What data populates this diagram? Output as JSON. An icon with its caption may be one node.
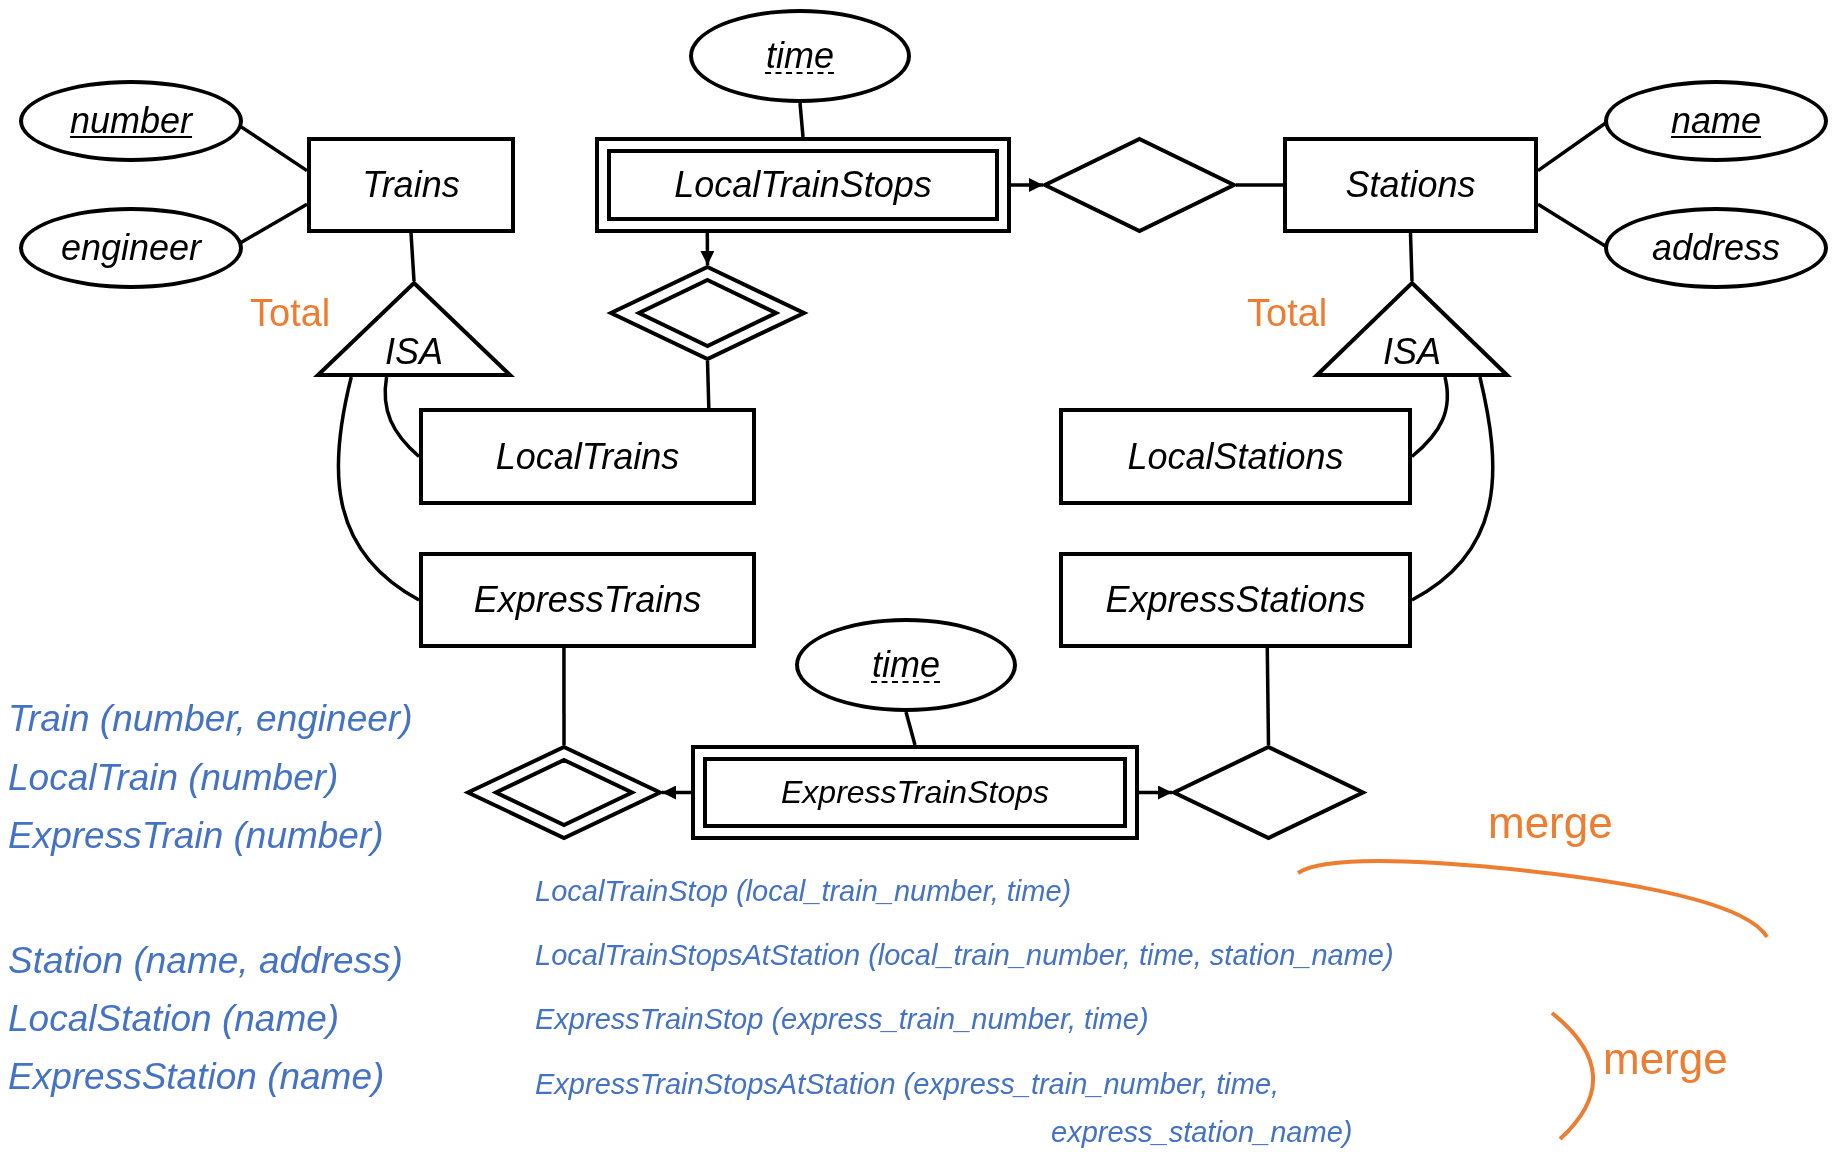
{
  "diagram": {
    "nodes": [
      {
        "text": [
          "number"
        ]
      },
      {
        "text": [
          "engineer"
        ]
      },
      {
        "text": [
          "Trains"
        ]
      },
      {
        "text": [
          "time"
        ]
      },
      {
        "text": [
          "LocalTrainStops"
        ]
      },
      {
        "text": [],
        "shape": "diamond"
      },
      {
        "text": [
          "Stations"
        ]
      },
      {
        "text": [
          "name"
        ]
      },
      {
        "text": [
          "address"
        ]
      },
      {
        "text": [
          "ISA"
        ],
        "beside": [
          "Total"
        ]
      },
      {
        "text": [],
        "shape": "diamond"
      },
      {
        "text": [
          "ISA"
        ],
        "beside": [
          "Total"
        ]
      },
      {
        "text": [
          "LocalTrains"
        ]
      },
      {
        "text": [
          "LocalStations"
        ]
      },
      {
        "text": [
          "ExpressTrains"
        ]
      },
      {
        "text": [
          "ExpressStations"
        ]
      },
      {
        "text": [
          "time"
        ]
      },
      {
        "text": [],
        "shape": "diamond"
      },
      {
        "text": [
          "ExpressTrainStops"
        ]
      },
      {
        "text": [],
        "shape": "diamond"
      }
    ],
    "edges": [
      {
        "from": 0,
        "to": 2,
        "arrow": "none"
      },
      {
        "from": 1,
        "to": 2,
        "arrow": "none"
      },
      {
        "from": 3,
        "to": 4,
        "arrow": "none"
      },
      {
        "from": 4,
        "to": 5,
        "arrow": "to"
      },
      {
        "from": 5,
        "to": 6,
        "arrow": "none"
      },
      {
        "from": 7,
        "to": 6,
        "arrow": "none"
      },
      {
        "from": 8,
        "to": 6,
        "arrow": "none"
      },
      {
        "from": 4,
        "to": 10,
        "arrow": "to"
      },
      {
        "from": 10,
        "to": 12,
        "arrow": "none"
      },
      {
        "from": 2,
        "to": 9,
        "arrow": "none"
      },
      {
        "from": 9,
        "to": 12,
        "arrow": "none"
      },
      {
        "from": 9,
        "to": 14,
        "arrow": "none"
      },
      {
        "from": 6,
        "to": 11,
        "arrow": "none"
      },
      {
        "from": 11,
        "to": 13,
        "arrow": "none"
      },
      {
        "from": 11,
        "to": 15,
        "arrow": "none"
      },
      {
        "from": 14,
        "to": 17,
        "arrow": "none"
      },
      {
        "from": 16,
        "to": 18,
        "arrow": "none"
      },
      {
        "from": 18,
        "to": 17,
        "arrow": "to"
      },
      {
        "from": 18,
        "to": 19,
        "arrow": "to"
      },
      {
        "from": 15,
        "to": 19,
        "arrow": "none"
      }
    ],
    "labels": [
      "Train (number, engineer)",
      "LocalTrain (number)",
      "ExpressTrain (number)",
      "Station (name, address)",
      "LocalStation (name)",
      "ExpressStation (name)",
      "merge",
      "LocalTrainStop (local_train_number, time)",
      "LocalTrainStopsAtStation (local_train_number, time, station_name)",
      "ExpressTrainStop (express_train_number, time)",
      "ExpressTrainStopsAtStation (express_train_number, time, express_station_name)",
      "merge"
    ]
  }
}
